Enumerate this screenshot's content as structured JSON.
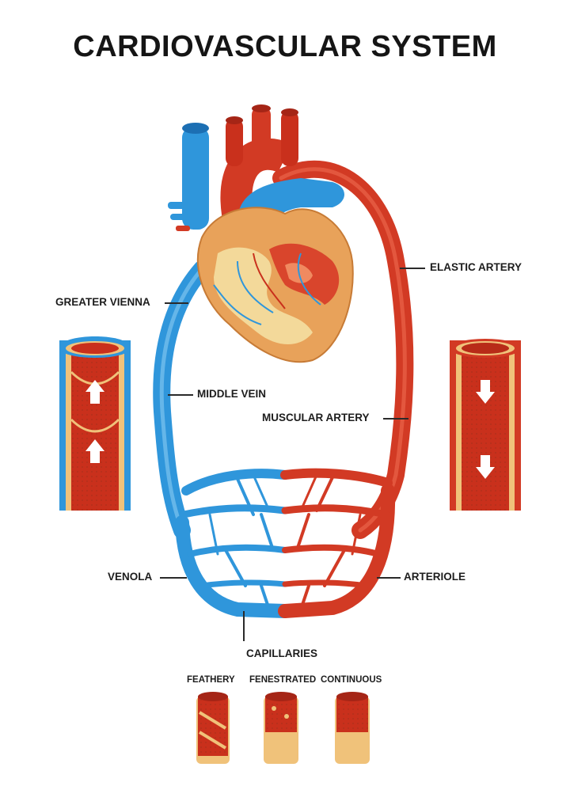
{
  "title": "CARDIOVASCULAR SYSTEM",
  "labels": {
    "greater_vienna": "GREATER VIENNA",
    "elastic_artery": "ELASTIC ARTERY",
    "middle_vein": "MIDDLE VEIN",
    "muscular_artery": "MUSCULAR ARTERY",
    "venola": "VENOLA",
    "arteriole": "ARTERIOLE",
    "capillaries": "CAPILLARIES"
  },
  "capillary_types": [
    "FEATHERY",
    "FENESTRATED",
    "CONTINUOUS"
  ],
  "colors": {
    "vein": "#2f96db",
    "vein_dark": "#1c6fb3",
    "artery": "#d23a24",
    "artery_dark": "#a52516",
    "heart": "#e8a25a",
    "heart_fat": "#f3d99a",
    "vessel_wall": "#f0c27a"
  }
}
